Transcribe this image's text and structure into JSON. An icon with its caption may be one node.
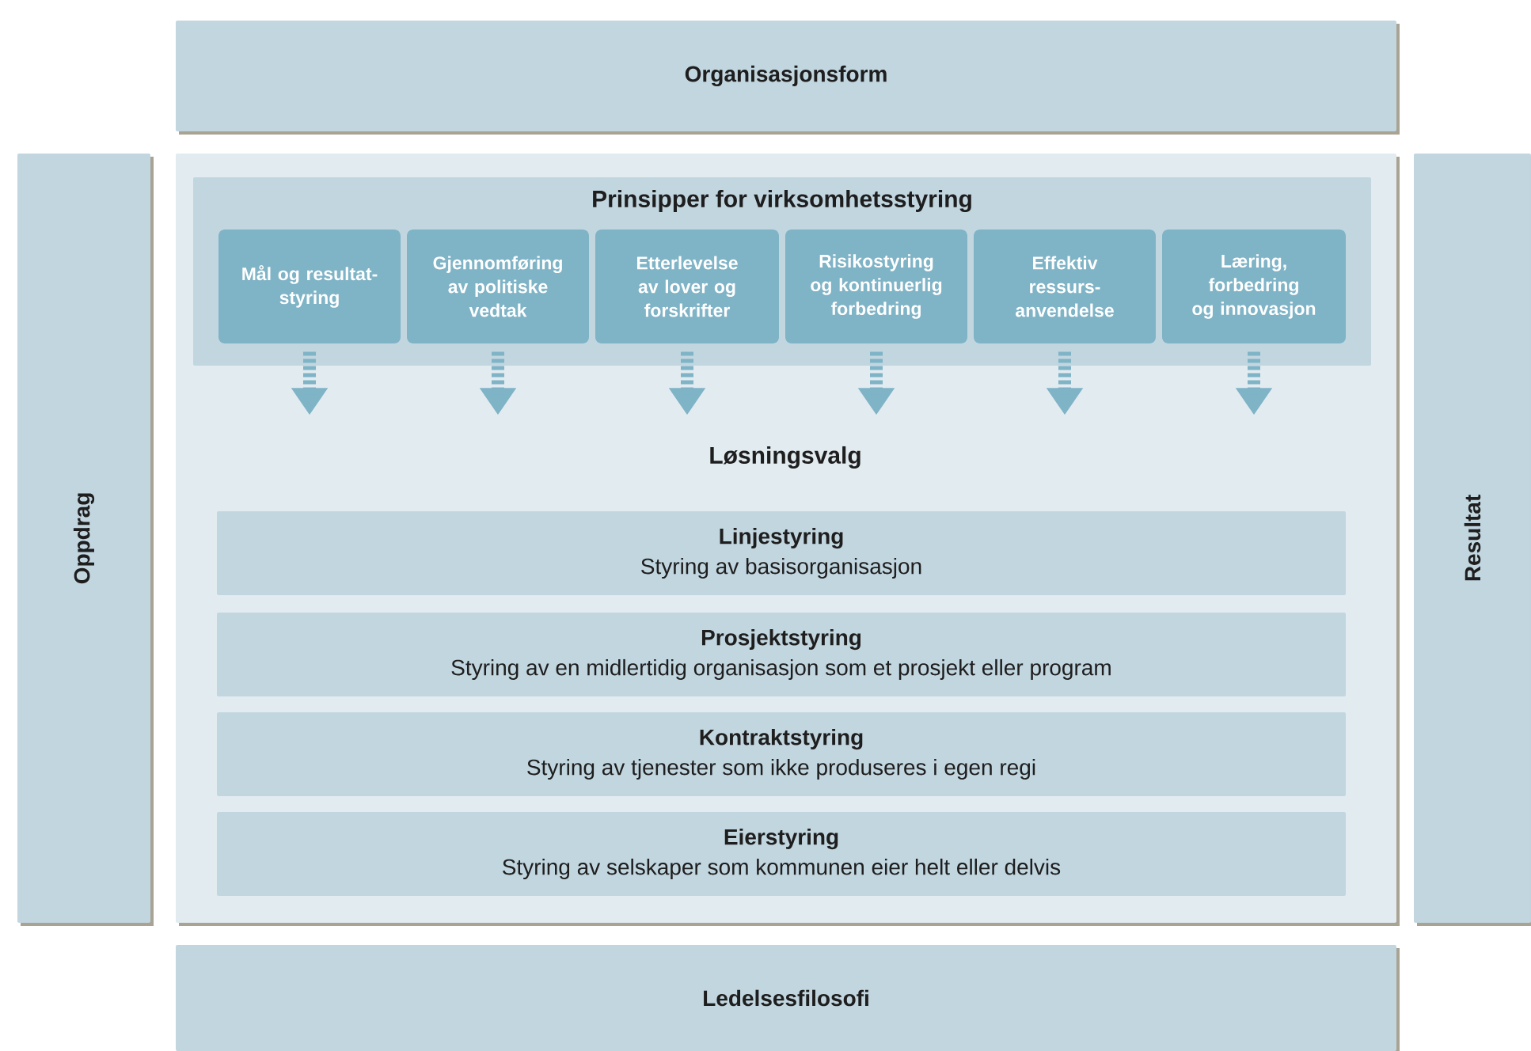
{
  "diagram": {
    "nodes": [
      {
        "text": [
          "Organisasjonsform"
        ]
      },
      {
        "text": [
          "Oppdrag"
        ]
      },
      {
        "text": [
          "Løsningsvalg"
        ]
      },
      {
        "text": [
          "Prinsipper for virksomhetsstyring"
        ],
        "in": 2
      },
      {
        "text": [
          "Mål og resultat-styring"
        ],
        "in": 3
      },
      {
        "text": [
          "Gjennomføring av politiske vedtak"
        ],
        "in": 3
      },
      {
        "text": [
          "Etterlevelse av lover og forskrifter"
        ],
        "in": 3
      },
      {
        "text": [
          "Risikostyring og kontinuerlig forbedring"
        ],
        "in": 3
      },
      {
        "text": [
          "Effektiv ressurs-anvendelse"
        ],
        "in": 3
      },
      {
        "text": [
          "Læring, forbedring og innovasjon"
        ],
        "in": 3
      },
      {
        "text": [
          "Linjestyring",
          "Styring av basisorganisasjon"
        ],
        "in": 2
      },
      {
        "text": [
          "Prosjektstyring",
          "Styring av en midlertidig organisasjon som et prosjekt eller program"
        ],
        "in": 2
      },
      {
        "text": [
          "Kontraktstyring",
          "Styring av tjenester som ikke produseres i egen regi"
        ],
        "in": 2
      },
      {
        "text": [
          "Eierstyring",
          "Styring av selskaper som kommunen eier helt eller delvis"
        ],
        "in": 2
      },
      {
        "text": [
          "Resultat"
        ]
      },
      {
        "text": [
          "Ledelsesfilosofi"
        ]
      }
    ],
    "edges": [
      {
        "from": 4,
        "to": null,
        "arrow": "to",
        "style": "dashed"
      },
      {
        "from": 5,
        "to": null,
        "arrow": "to",
        "style": "dashed"
      },
      {
        "from": 6,
        "to": null,
        "arrow": "to",
        "style": "dashed"
      },
      {
        "from": 7,
        "to": null,
        "arrow": "to",
        "style": "dashed"
      },
      {
        "from": 8,
        "to": null,
        "arrow": "to",
        "style": "dashed"
      },
      {
        "from": 9,
        "to": null,
        "arrow": "to",
        "style": "dashed"
      }
    ]
  }
}
